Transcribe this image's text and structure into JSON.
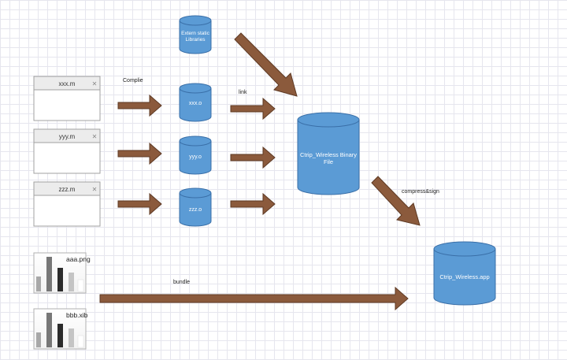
{
  "files": [
    {
      "name": "xxx.m",
      "close": "✕"
    },
    {
      "name": "yyy.m",
      "close": "✕"
    },
    {
      "name": "zzz.m",
      "close": "✕"
    }
  ],
  "resources": [
    {
      "name": "aaa.png"
    },
    {
      "name": "bbb.xib"
    }
  ],
  "databases": {
    "extern_line1": "Extern static",
    "extern_line2": "Libraries",
    "obj1": "xxx.o",
    "obj2": "yyy.o",
    "obj3": "zzz.o",
    "binary_line1": "Ctrip_Wireless Binary",
    "binary_line2": "File",
    "app": "Ctrip_Wireless.app"
  },
  "labels": {
    "compile": "Complie",
    "link": "link",
    "compress": "compress&sign",
    "bundle": "bundle"
  },
  "colors": {
    "cylinder_fill": "#5b9bd5",
    "cylinder_stroke": "#3a6fa8",
    "arrow_fill": "#8b5a3c",
    "arrow_stroke": "#5e3a24"
  }
}
